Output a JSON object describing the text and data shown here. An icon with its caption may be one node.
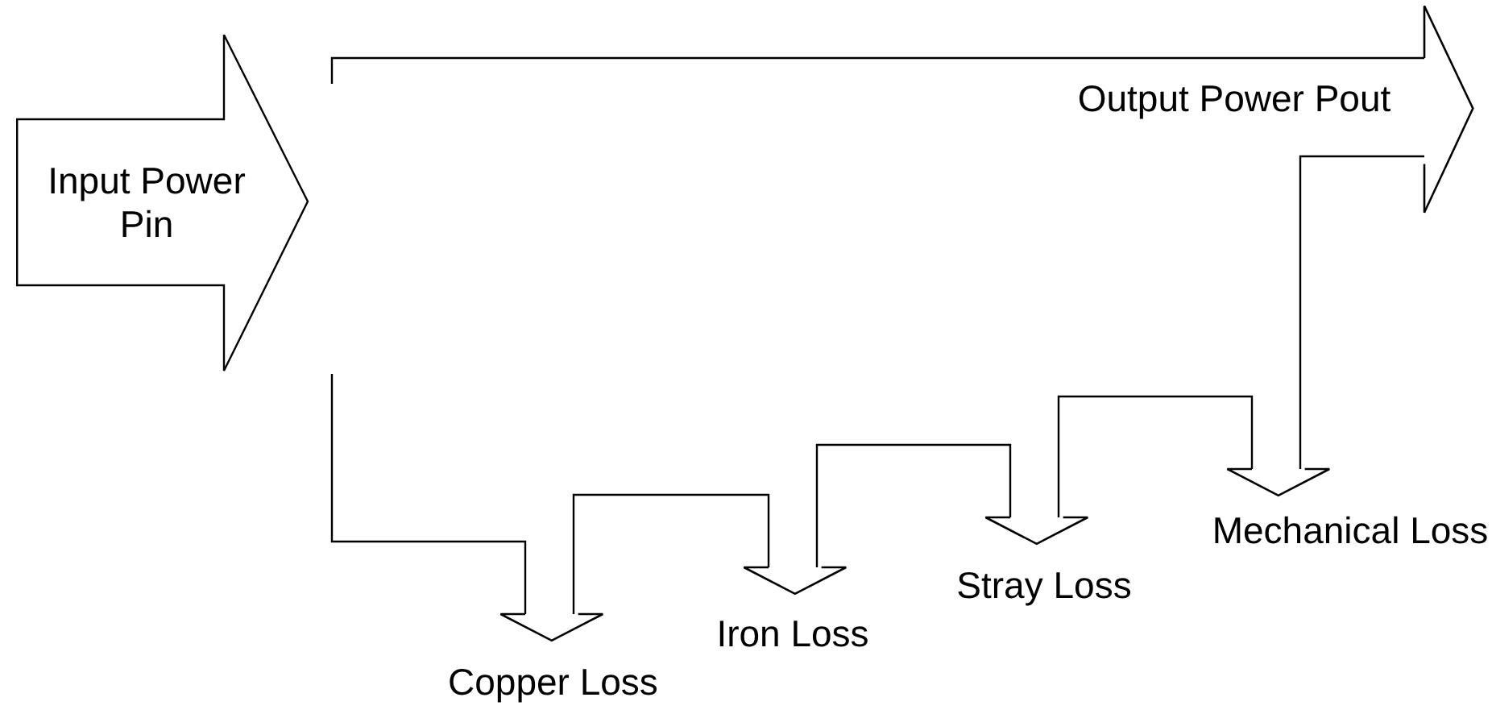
{
  "diagram": {
    "nodes": [
      {
        "text": [
          "Input Power Pin"
        ]
      },
      {
        "text": [
          "Output Power Pout"
        ]
      },
      {
        "text": [
          "Copper Loss"
        ]
      },
      {
        "text": [
          "Iron Loss"
        ]
      },
      {
        "text": [
          "Stray Loss"
        ]
      },
      {
        "text": [
          "Mechanical Loss"
        ]
      }
    ],
    "edges": [
      {
        "from": 0,
        "to": 1,
        "arrow": "to"
      },
      {
        "from": 0,
        "to": 2,
        "arrow": "to"
      },
      {
        "from": null,
        "to": 3,
        "arrow": "to"
      },
      {
        "from": null,
        "to": 4,
        "arrow": "to"
      },
      {
        "from": null,
        "to": 5,
        "arrow": "to"
      }
    ]
  }
}
